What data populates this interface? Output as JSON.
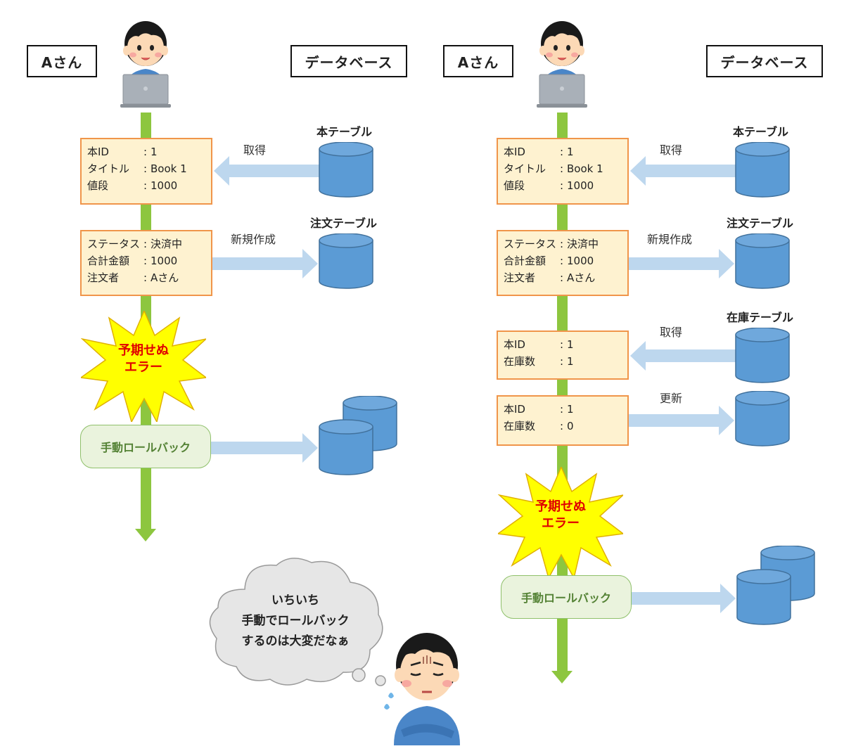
{
  "left": {
    "user_label": "Aさん",
    "db_label": "データベース",
    "steps": [
      {
        "table": "本テーブル",
        "op": "取得",
        "fields": [
          [
            "本ID",
            "1"
          ],
          [
            "タイトル",
            "Book 1"
          ],
          [
            "値段",
            "1000"
          ]
        ]
      },
      {
        "table": "注文テーブル",
        "op": "新規作成",
        "fields": [
          [
            "ステータス",
            "決済中"
          ],
          [
            "合計金額",
            "1000"
          ],
          [
            "注文者",
            "Aさん"
          ]
        ]
      }
    ],
    "error_line1": "予期せぬ",
    "error_line2": "エラー",
    "rollback": "手動ロールバック"
  },
  "right": {
    "user_label": "Aさん",
    "db_label": "データベース",
    "steps": [
      {
        "table": "本テーブル",
        "op": "取得",
        "fields": [
          [
            "本ID",
            "1"
          ],
          [
            "タイトル",
            "Book 1"
          ],
          [
            "値段",
            "1000"
          ]
        ]
      },
      {
        "table": "注文テーブル",
        "op": "新規作成",
        "fields": [
          [
            "ステータス",
            "決済中"
          ],
          [
            "合計金額",
            "1000"
          ],
          [
            "注文者",
            "Aさん"
          ]
        ]
      },
      {
        "table": "在庫テーブル",
        "op": "取得",
        "fields": [
          [
            "本ID",
            "1"
          ],
          [
            "在庫数",
            "1"
          ]
        ]
      },
      {
        "table": "",
        "op": "更新",
        "fields": [
          [
            "本ID",
            "1"
          ],
          [
            "在庫数",
            "0"
          ]
        ]
      }
    ],
    "error_line1": "予期せぬ",
    "error_line2": "エラー",
    "rollback": "手動ロールバック"
  },
  "thought": {
    "line1": "いちいち",
    "line2": "手動でロールバック",
    "line3": "するのは大変だなぁ"
  },
  "colors": {
    "timeline": "#8dc63f",
    "record_fill": "#fef2d0",
    "record_border": "#f0954a",
    "db_fill": "#5b9bd5",
    "arrow": "#bdd7ee",
    "error_fill": "#ffff00",
    "error_text": "#e00000",
    "rollback_fill": "#eaf3dd",
    "rollback_text": "#548235"
  }
}
